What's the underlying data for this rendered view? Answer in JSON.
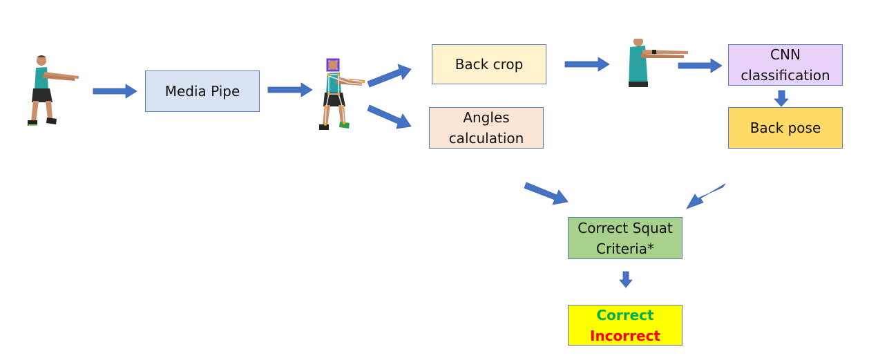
{
  "nodes": {
    "media_pipe": "Media Pipe",
    "back_crop": "Back crop",
    "angles_line1": "Angles",
    "angles_line2": "calculation",
    "cnn_line1": "CNN",
    "cnn_line2": "classification",
    "back_pose": "Back pose",
    "criteria_line1": "Correct Squat",
    "criteria_line2": "Criteria*"
  },
  "result": {
    "correct": "Correct",
    "incorrect": "Incorrect"
  },
  "colors": {
    "arrow": "#4472c4",
    "media_pipe_fill": "#dae3f3",
    "back_crop_fill": "#fff2cc",
    "angles_fill": "#fbe5d6",
    "cnn_fill": "#e9d2f8",
    "back_pose_fill": "#ffd966",
    "criteria_fill": "#a9d18e",
    "result_fill": "#ffff00",
    "correct_text": "#00b050",
    "incorrect_text": "#ff0000"
  },
  "images": [
    "squat-person-photo",
    "squat-person-with-landmarks-photo",
    "cropped-back-photo"
  ]
}
